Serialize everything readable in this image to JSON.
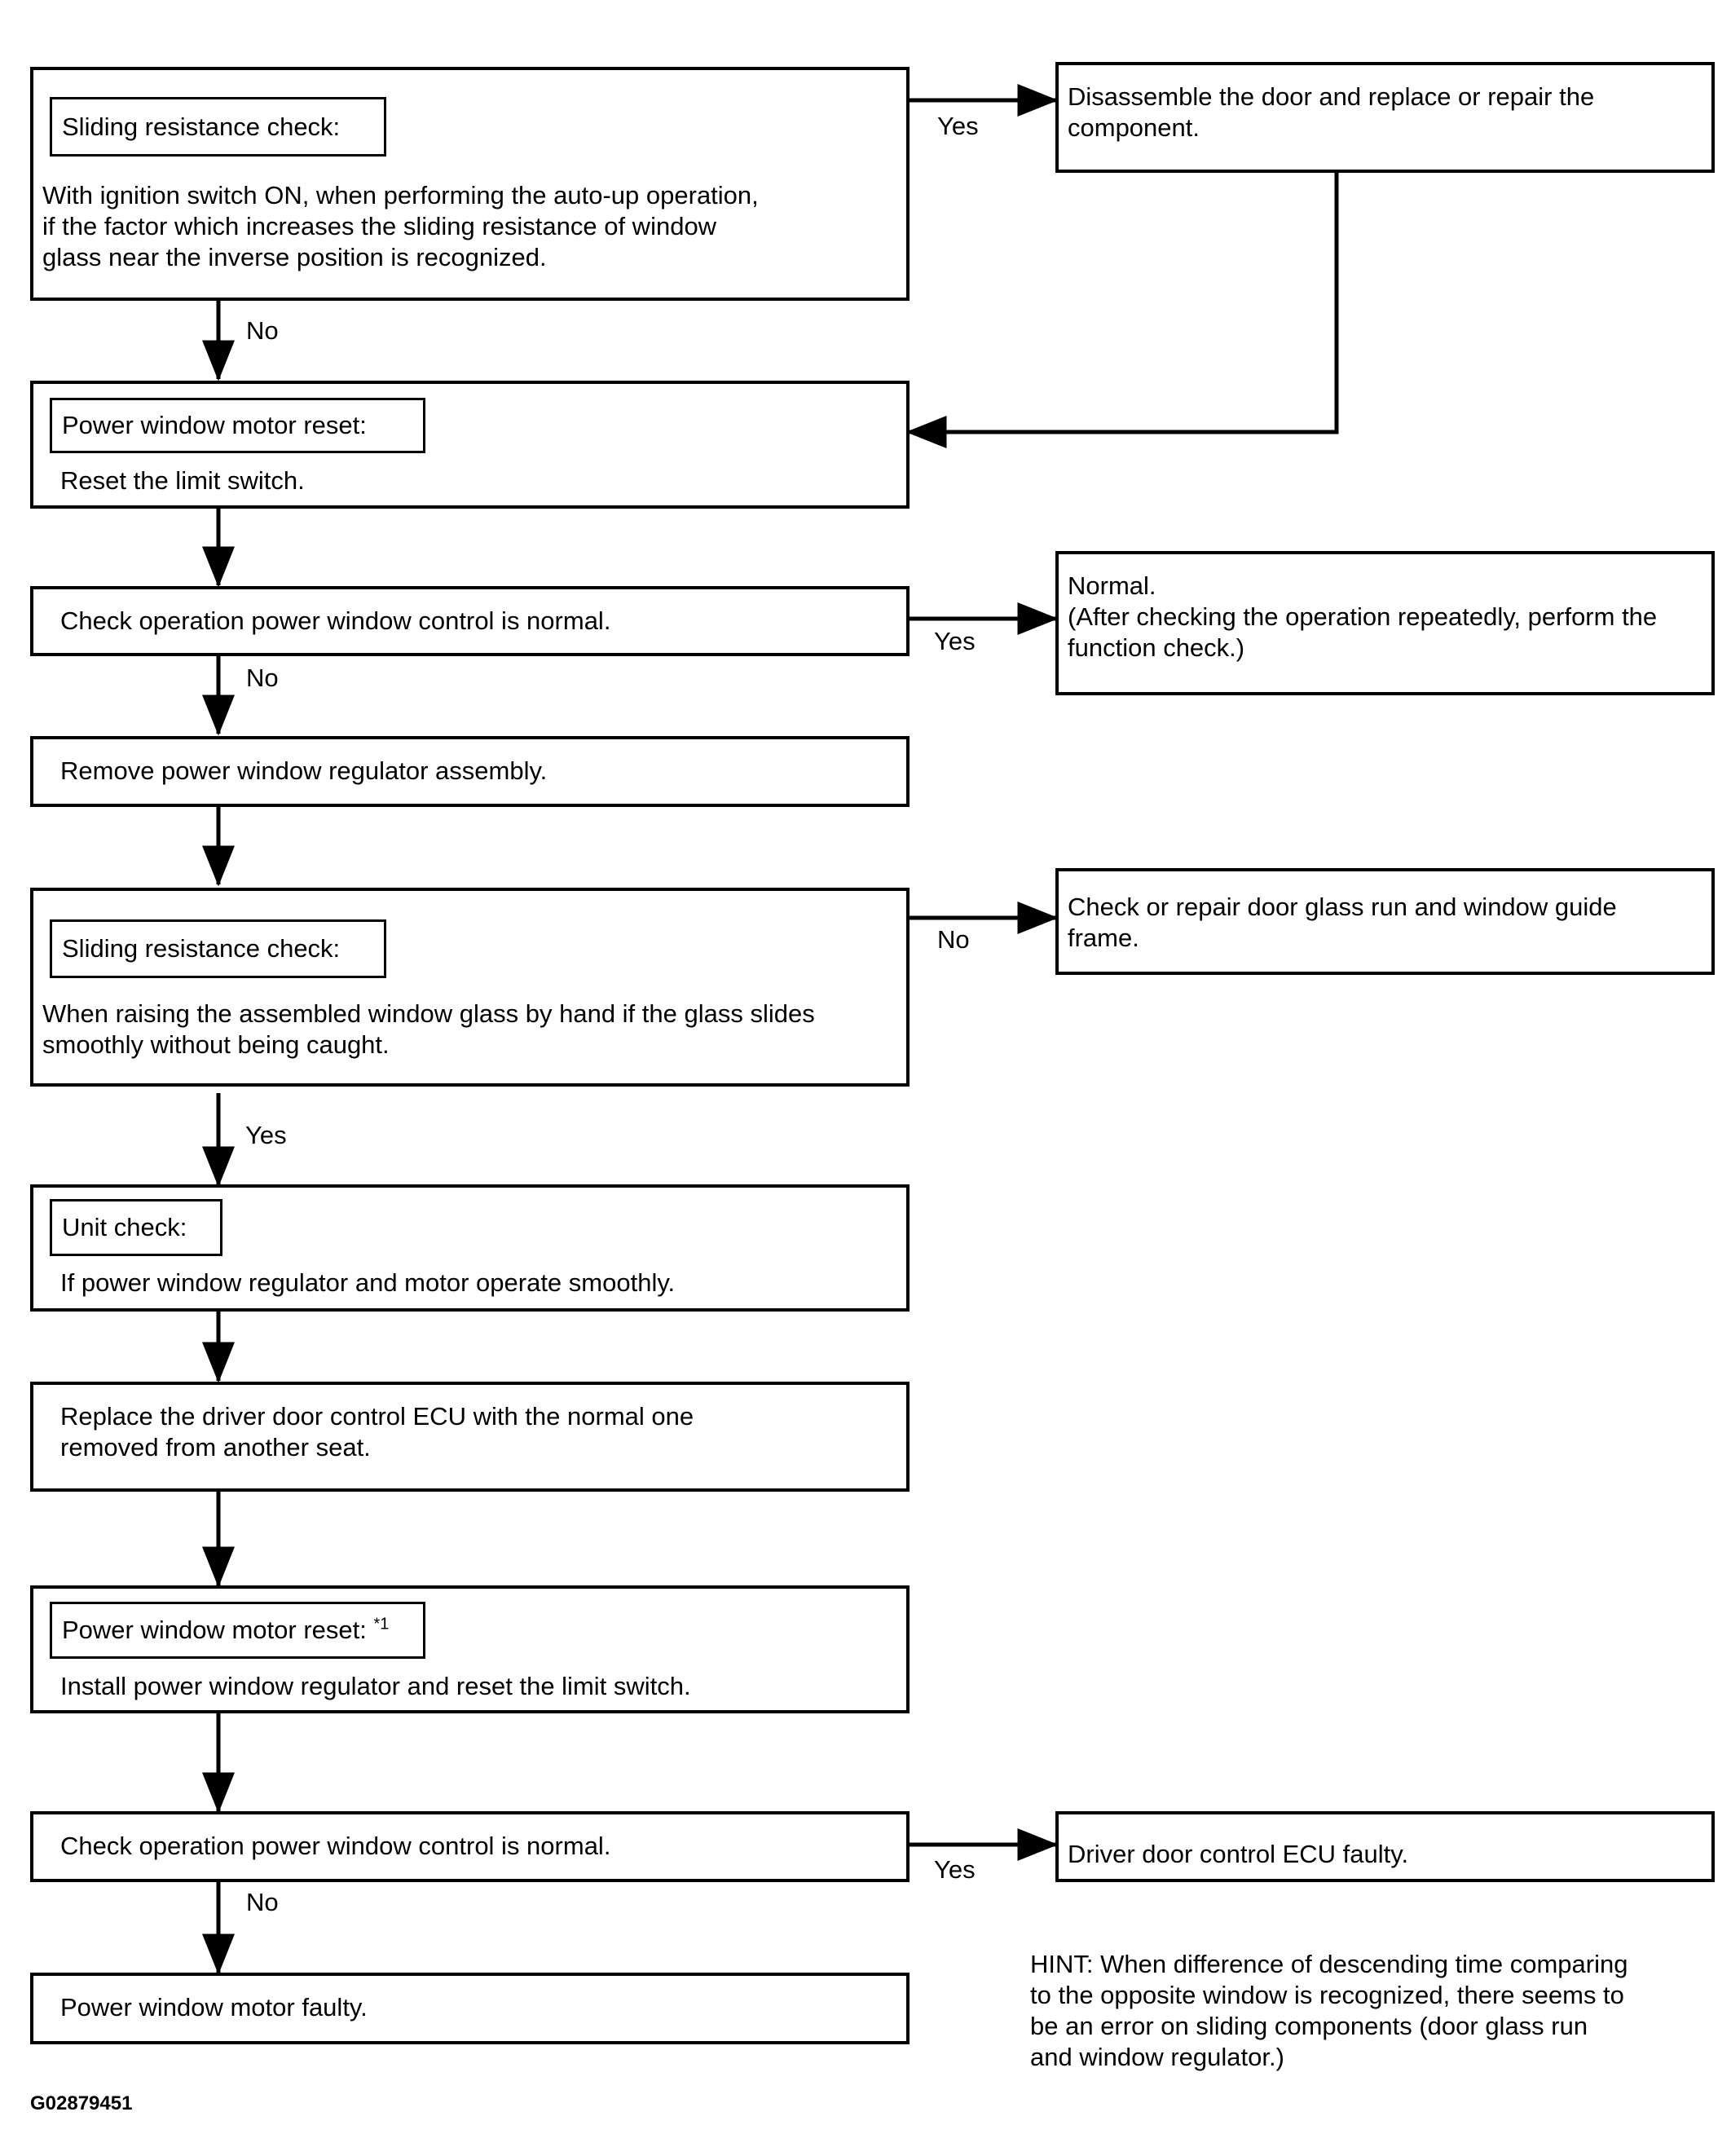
{
  "boxes": {
    "slide1": {
      "header": "Sliding  resistance check:",
      "text": "With ignition switch ON, when performing the auto-up operation,\nif the factor which increases the sliding resistance of window\nglass near the inverse position is recognized."
    },
    "disassemble": {
      "text": "Disassemble the door and replace or repair the\ncomponent."
    },
    "reset1": {
      "header": "Power window motor reset:",
      "text": "Reset the limit switch."
    },
    "check1": {
      "text": "Check operation power window control is normal."
    },
    "normal": {
      "text": "Normal.\n(After checking the operation repeatedly, perform the\nfunction check.)"
    },
    "remove": {
      "text": "Remove power window regulator assembly."
    },
    "slide2": {
      "header": "Sliding  resistance check:",
      "text": "When raising the assembled window glass by hand if the glass slides\nsmoothly without being caught."
    },
    "glassrun": {
      "text": "Check or repair door glass run and window guide\nframe."
    },
    "unit": {
      "header": "Unit check:",
      "text": "If power window regulator and motor operate smoothly."
    },
    "replace": {
      "text": "Replace the driver door control ECU with the normal one\nremoved from another seat."
    },
    "reset2": {
      "header": "Power window motor reset:",
      "footnote": "*1",
      "text": "Install power window regulator and reset the limit switch."
    },
    "check2": {
      "text": "Check operation power window control is normal."
    },
    "ecu": {
      "text": "Driver door control ECU faulty."
    },
    "motor": {
      "text": "Power window motor faulty."
    }
  },
  "labels": {
    "yes1": "Yes",
    "no1": "No",
    "yes2": "Yes",
    "no2": "No",
    "no3": "No",
    "yes3": "Yes",
    "yes4": "Yes",
    "no4": "No"
  },
  "hint": "HINT: When difference of descending time comparing\nto the opposite window is recognized, there seems to\nbe an error on sliding components (door glass run\nand window regulator.)",
  "figure_code": "G02879451"
}
